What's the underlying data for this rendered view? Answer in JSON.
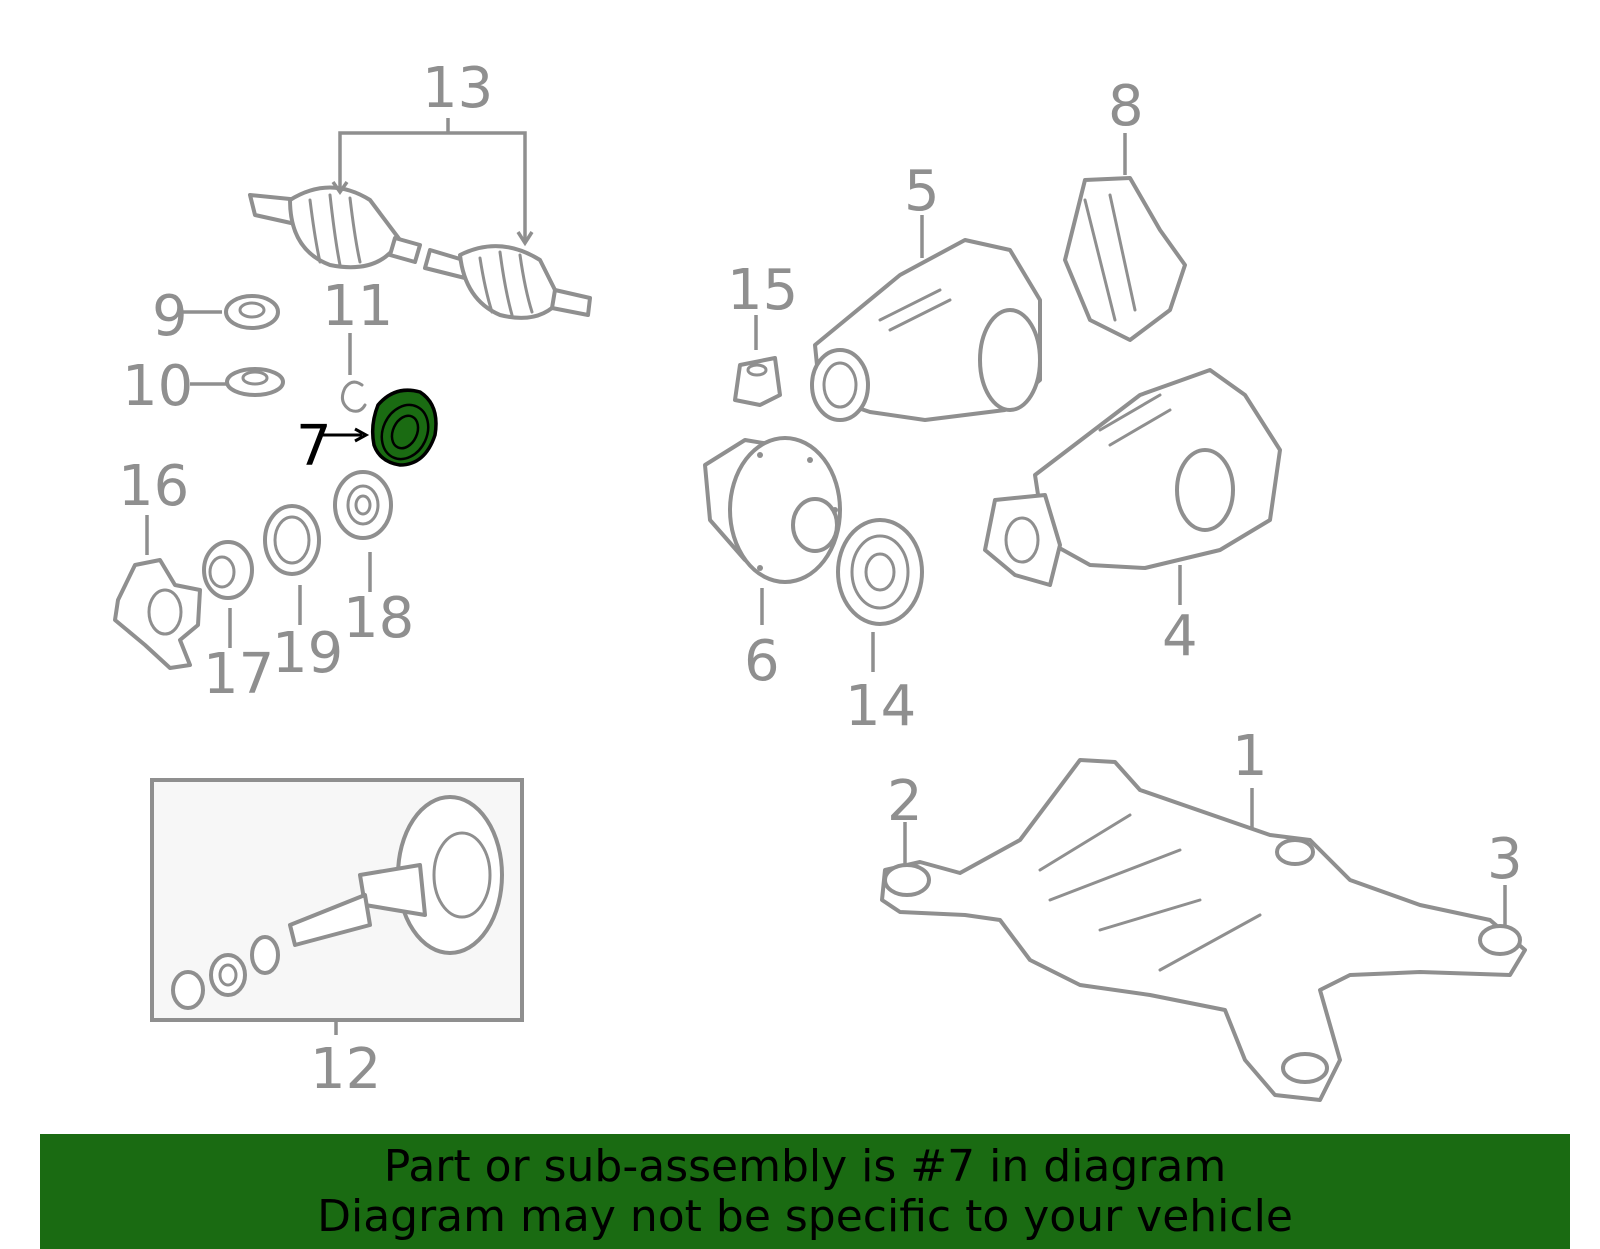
{
  "callouts": {
    "c1": "1",
    "c2": "2",
    "c3": "3",
    "c4": "4",
    "c5": "5",
    "c6": "6",
    "c7": "7",
    "c8": "8",
    "c9": "9",
    "c10": "10",
    "c11": "11",
    "c12": "12",
    "c13": "13",
    "c14": "14",
    "c15": "15",
    "c16": "16",
    "c17": "17",
    "c18": "18",
    "c19": "19"
  },
  "highlighted_part": "7",
  "colors": {
    "highlight": "#1a6b12",
    "line": "#8f8f8f",
    "banner": "#1a6b12"
  },
  "banner": {
    "line1": "Part or sub-assembly is #7 in diagram",
    "line2": "Diagram may not be specific to your vehicle"
  }
}
